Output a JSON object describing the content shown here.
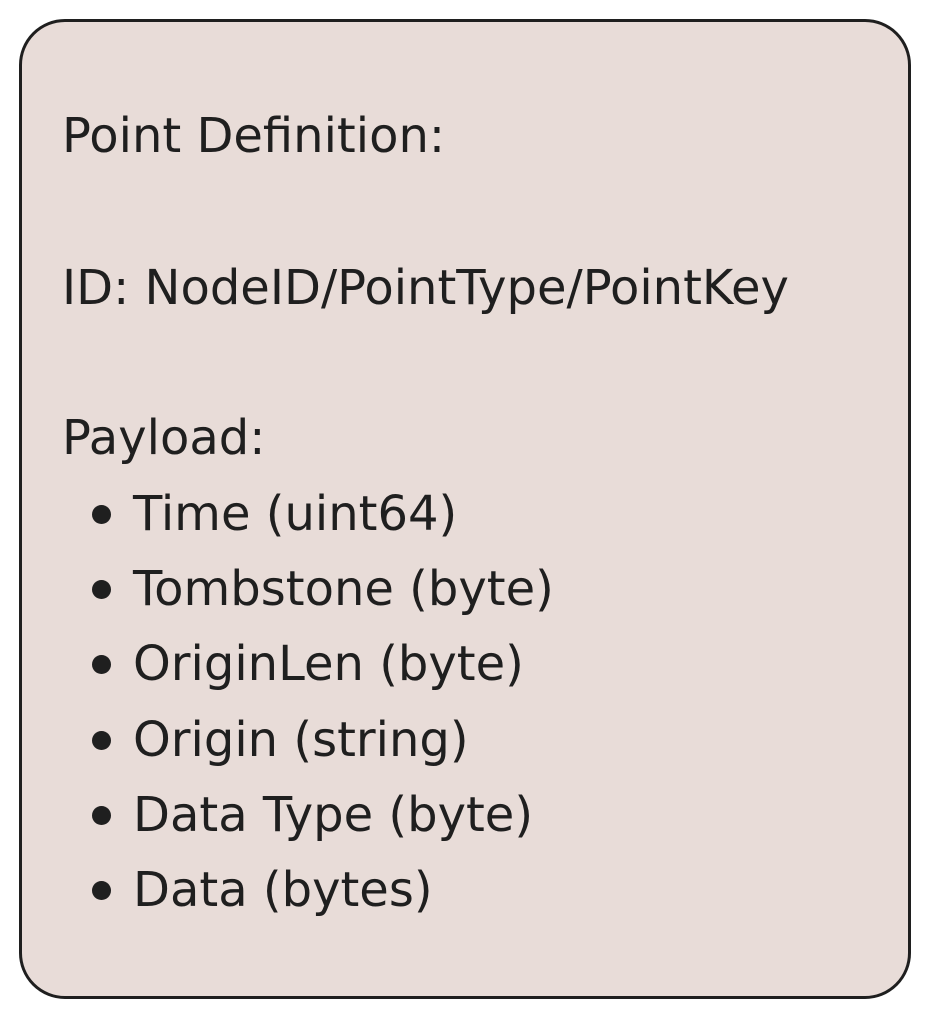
{
  "definition": {
    "title": "Point Definition:",
    "id_line": "ID: NodeID/PointType/PointKey",
    "payload_label": "Payload:",
    "fields": [
      "Time (uint64)",
      "Tombstone (byte)",
      "OriginLen (byte)",
      "Origin (string)",
      "Data Type (byte)",
      "Data (bytes)"
    ]
  },
  "colors": {
    "card_background": "#e8dcd8",
    "border": "#1f1f1f",
    "text": "#1f1f1f"
  }
}
